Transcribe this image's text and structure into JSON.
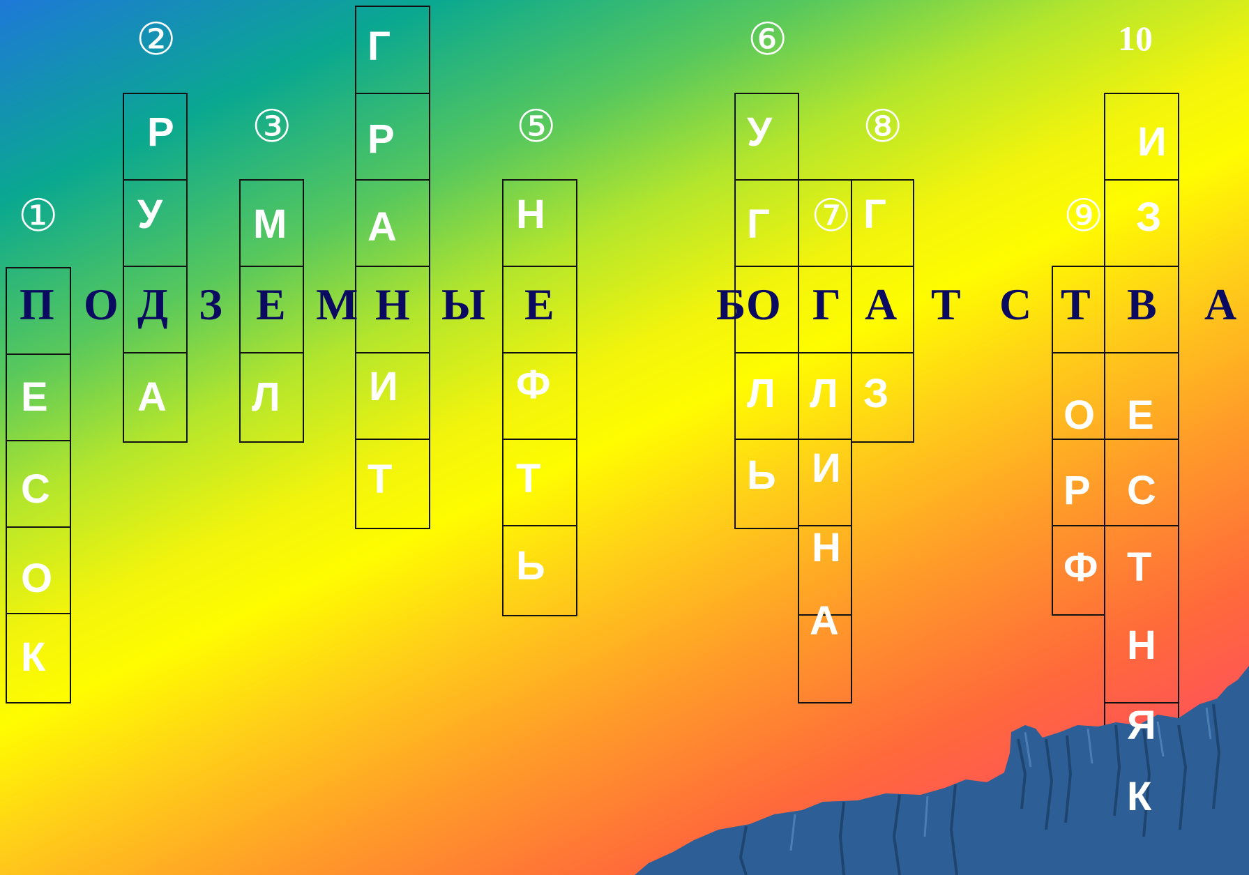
{
  "clue_numbers": [
    "①",
    "②",
    "③",
    "⑤",
    "⑥",
    "⑦",
    "⑧",
    "⑨",
    "10"
  ],
  "horizontal_letters": [
    "П",
    "О",
    "Д",
    "З",
    "Е",
    "М",
    "Н",
    "Ы",
    "Е",
    "Б",
    "О",
    "Г",
    "А",
    "Т",
    "С",
    "Т",
    "В",
    "А"
  ],
  "words": {
    "w1": [
      "Е",
      "С",
      "О",
      "К"
    ],
    "w2": [
      "Р",
      "У",
      "А"
    ],
    "w3": [
      "М",
      "Л"
    ],
    "w4": [
      "Г",
      "Р",
      "А",
      "И",
      "Т"
    ],
    "w5": [
      "Н",
      "Ф",
      "Т",
      "Ь"
    ],
    "w6": [
      "У",
      "Г",
      "Л",
      "Ь"
    ],
    "w7": [
      "Л",
      "И",
      "Н",
      "А"
    ],
    "w8": [
      "Г",
      "З"
    ],
    "w9": [
      "О",
      "Р",
      "Ф"
    ],
    "w10": [
      "И",
      "З",
      "Е",
      "С",
      "Т",
      "Н",
      "Я",
      "К"
    ]
  },
  "colors": {
    "grid_line": "#111111",
    "letter": "#ffffff",
    "horizontal_text": "#0a0a60",
    "mountain": "#2d5f96"
  }
}
